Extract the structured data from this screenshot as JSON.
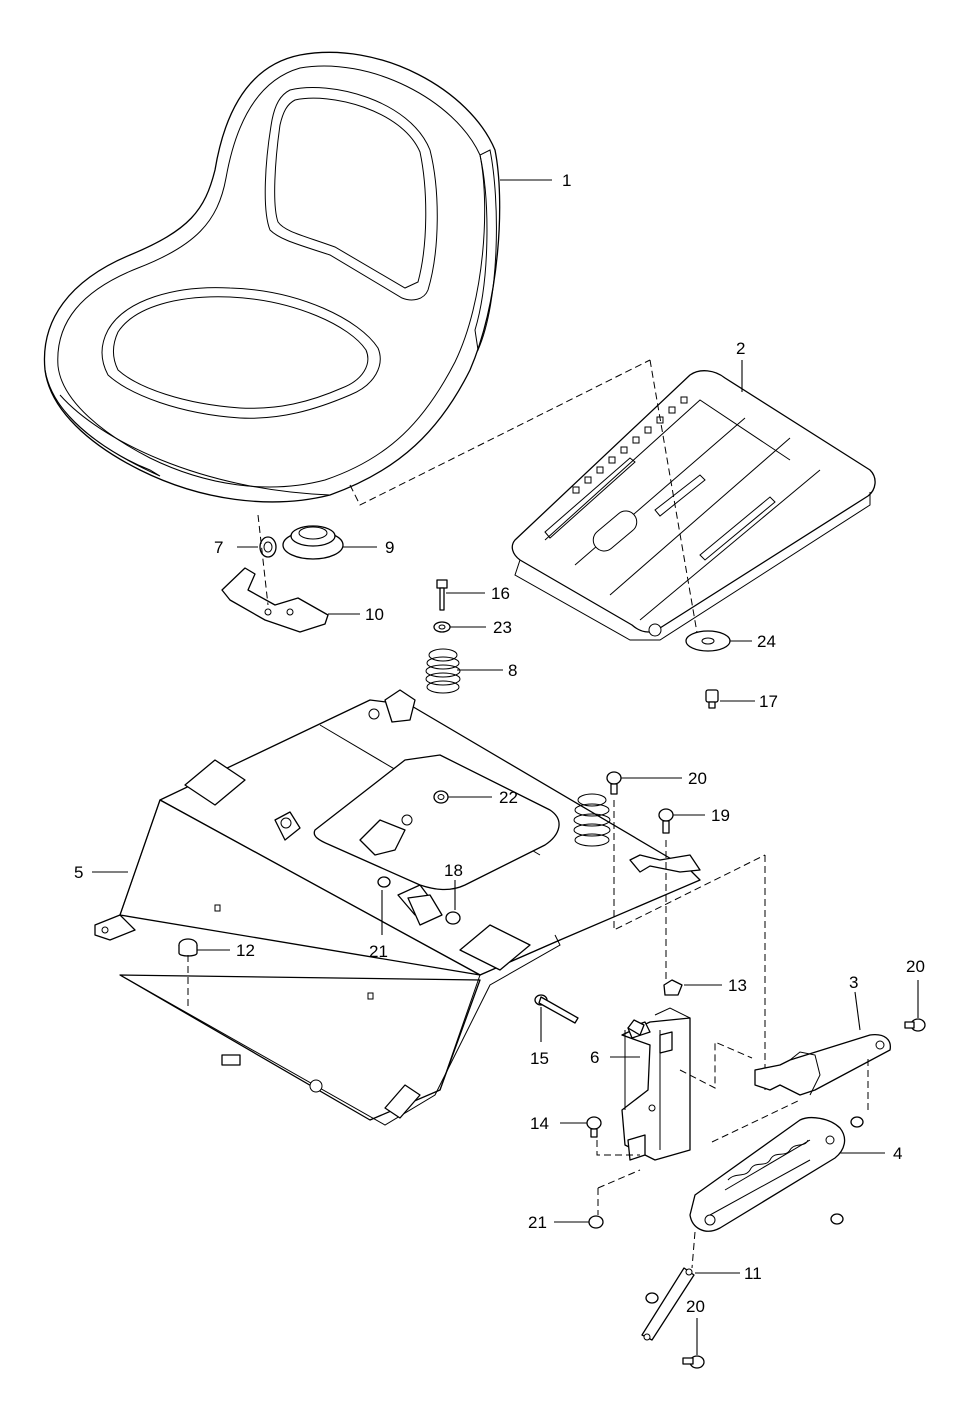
{
  "callouts": [
    {
      "id": "c1",
      "label": "1"
    },
    {
      "id": "c2",
      "label": "2"
    },
    {
      "id": "c3",
      "label": "3"
    },
    {
      "id": "c4",
      "label": "4"
    },
    {
      "id": "c5",
      "label": "5"
    },
    {
      "id": "c6",
      "label": "6"
    },
    {
      "id": "c7",
      "label": "7"
    },
    {
      "id": "c8",
      "label": "8"
    },
    {
      "id": "c9",
      "label": "9"
    },
    {
      "id": "c10",
      "label": "10"
    },
    {
      "id": "c11",
      "label": "11"
    },
    {
      "id": "c12",
      "label": "12"
    },
    {
      "id": "c13",
      "label": "13"
    },
    {
      "id": "c14",
      "label": "14"
    },
    {
      "id": "c15",
      "label": "15"
    },
    {
      "id": "c16",
      "label": "16"
    },
    {
      "id": "c17",
      "label": "17"
    },
    {
      "id": "c18",
      "label": "18"
    },
    {
      "id": "c19",
      "label": "19"
    },
    {
      "id": "c20a",
      "label": "20"
    },
    {
      "id": "c20b",
      "label": "20"
    },
    {
      "id": "c20c",
      "label": "20"
    },
    {
      "id": "c21a",
      "label": "21"
    },
    {
      "id": "c21b",
      "label": "21"
    },
    {
      "id": "c22",
      "label": "22"
    },
    {
      "id": "c23",
      "label": "23"
    },
    {
      "id": "c24",
      "label": "24"
    }
  ]
}
